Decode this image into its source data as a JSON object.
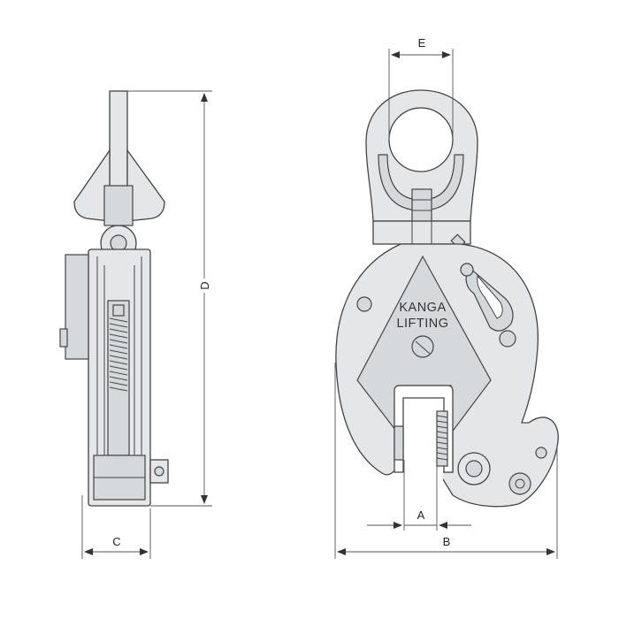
{
  "diagram": {
    "brand_line1": "KANGA",
    "brand_line2": "LIFTING",
    "dimensions": {
      "a": "A",
      "b": "B",
      "c": "C",
      "d": "D",
      "e": "E"
    }
  },
  "colors": {
    "metal": "#e4e6e8",
    "outline": "#444444"
  }
}
